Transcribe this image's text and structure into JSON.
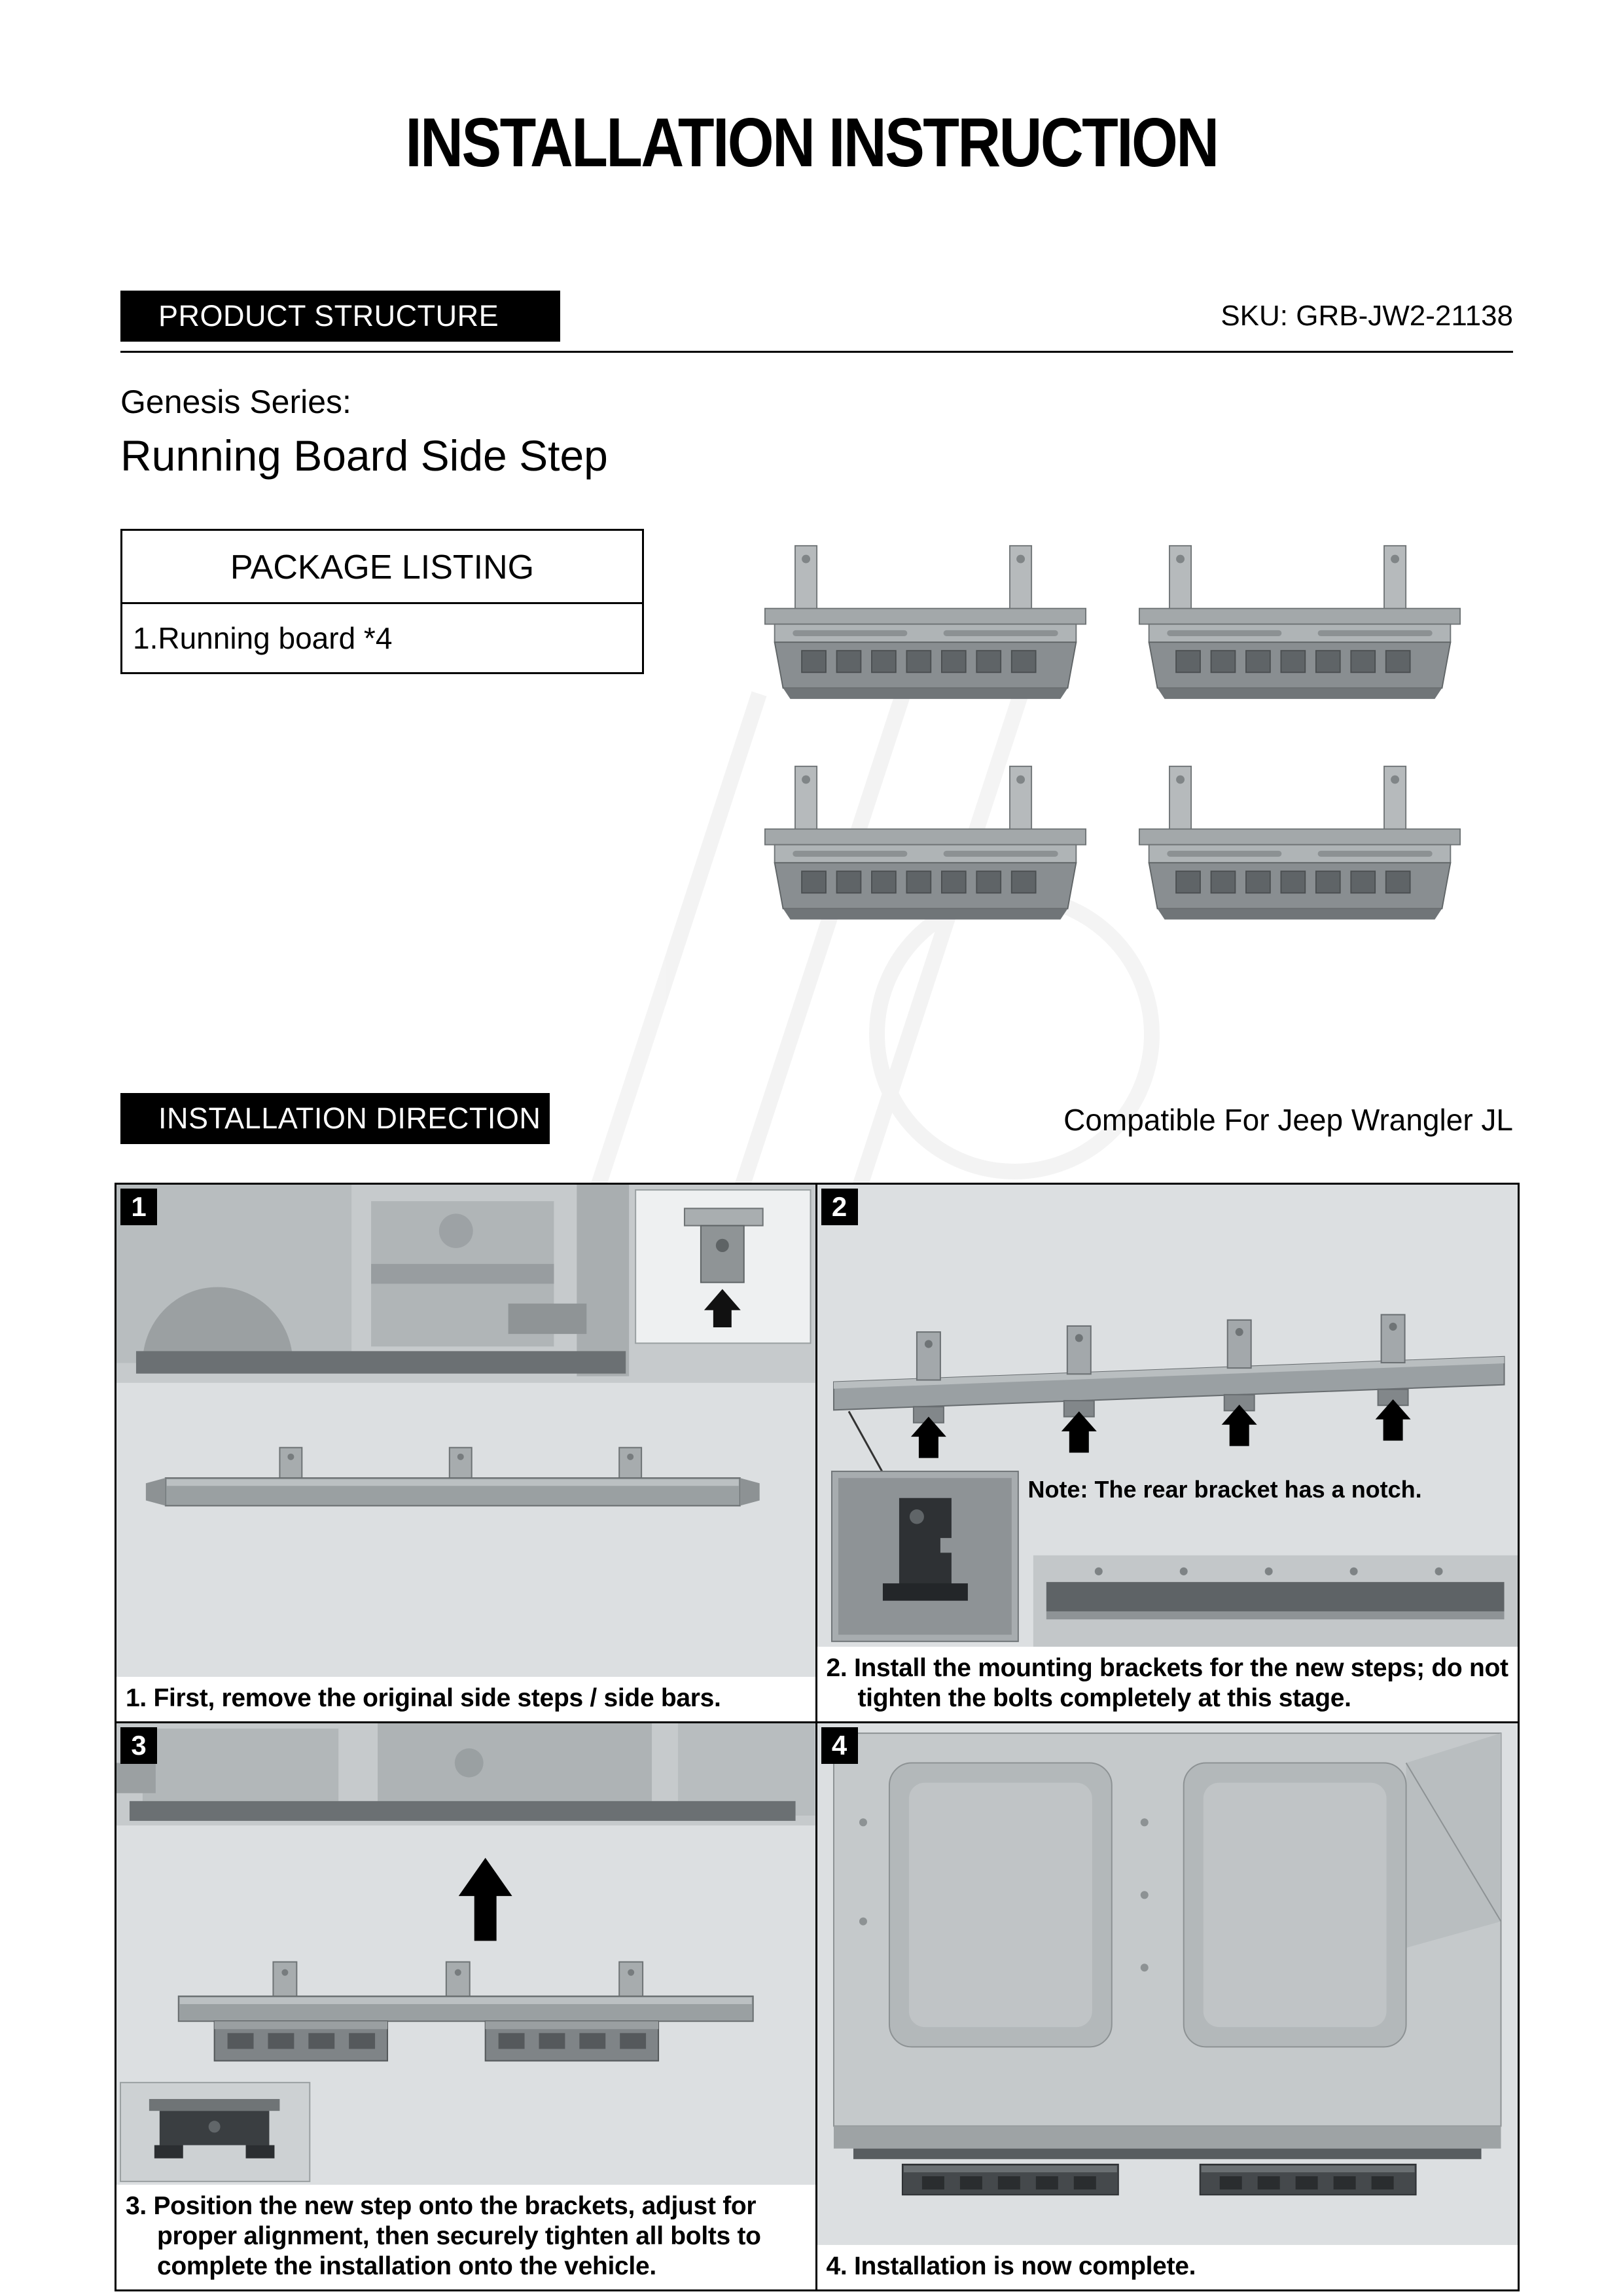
{
  "page": {
    "title": "INSTALLATION INSTRUCTION"
  },
  "product_structure": {
    "banner": "PRODUCT STRUCTURE",
    "sku": "SKU: GRB-JW2-21138",
    "series_label": "Genesis Series:",
    "product_name": "Running Board Side Step",
    "package_listing": {
      "header": "PACKAGE LISTING",
      "item": "1.Running board *4"
    }
  },
  "installation": {
    "banner": "INSTALLATION DIRECTION",
    "compatibility": "Compatible For Jeep Wrangler JL",
    "steps": [
      {
        "number": "1",
        "caption": "1. First, remove the original side steps / side bars."
      },
      {
        "number": "2",
        "note": "Note: The rear bracket has a notch.",
        "caption": "2. Install the mounting brackets for the new steps; do not tighten the bolts completely at this stage."
      },
      {
        "number": "3",
        "caption": "3. Position the new step onto the brackets, adjust for proper alignment, then securely tighten all bolts to complete the installation onto the vehicle."
      },
      {
        "number": "4",
        "caption": "4. Installation is now complete."
      }
    ]
  }
}
